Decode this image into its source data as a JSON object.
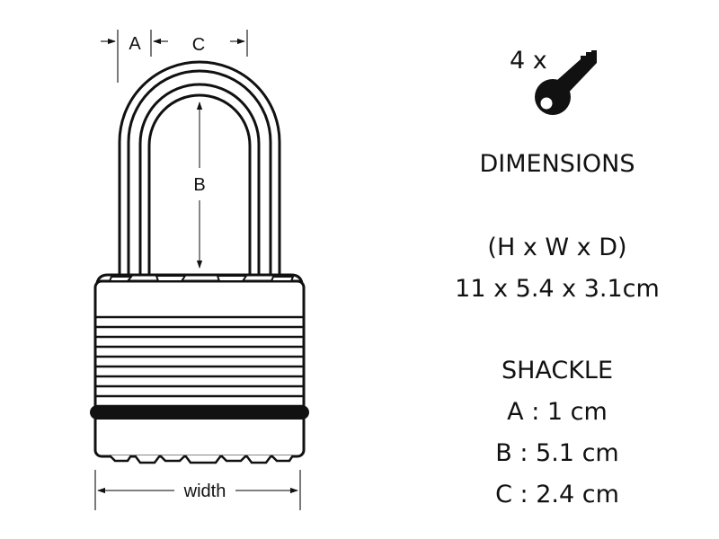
{
  "diagram": {
    "labels": {
      "a": "A",
      "b": "B",
      "c": "C",
      "width": "width"
    }
  },
  "keys": {
    "count": "4 x",
    "icon": "key-icon"
  },
  "dimensions": {
    "title": "DIMENSIONS",
    "order": "(H x W x D)",
    "value": "11 x 5.4 x 3.1cm"
  },
  "shackle": {
    "title": "SHACKLE",
    "a": "A : 1 cm",
    "b": "B : 5.1 cm",
    "c": "C : 2.4 cm"
  },
  "colors": {
    "line": "#111111",
    "background": "#ffffff"
  }
}
